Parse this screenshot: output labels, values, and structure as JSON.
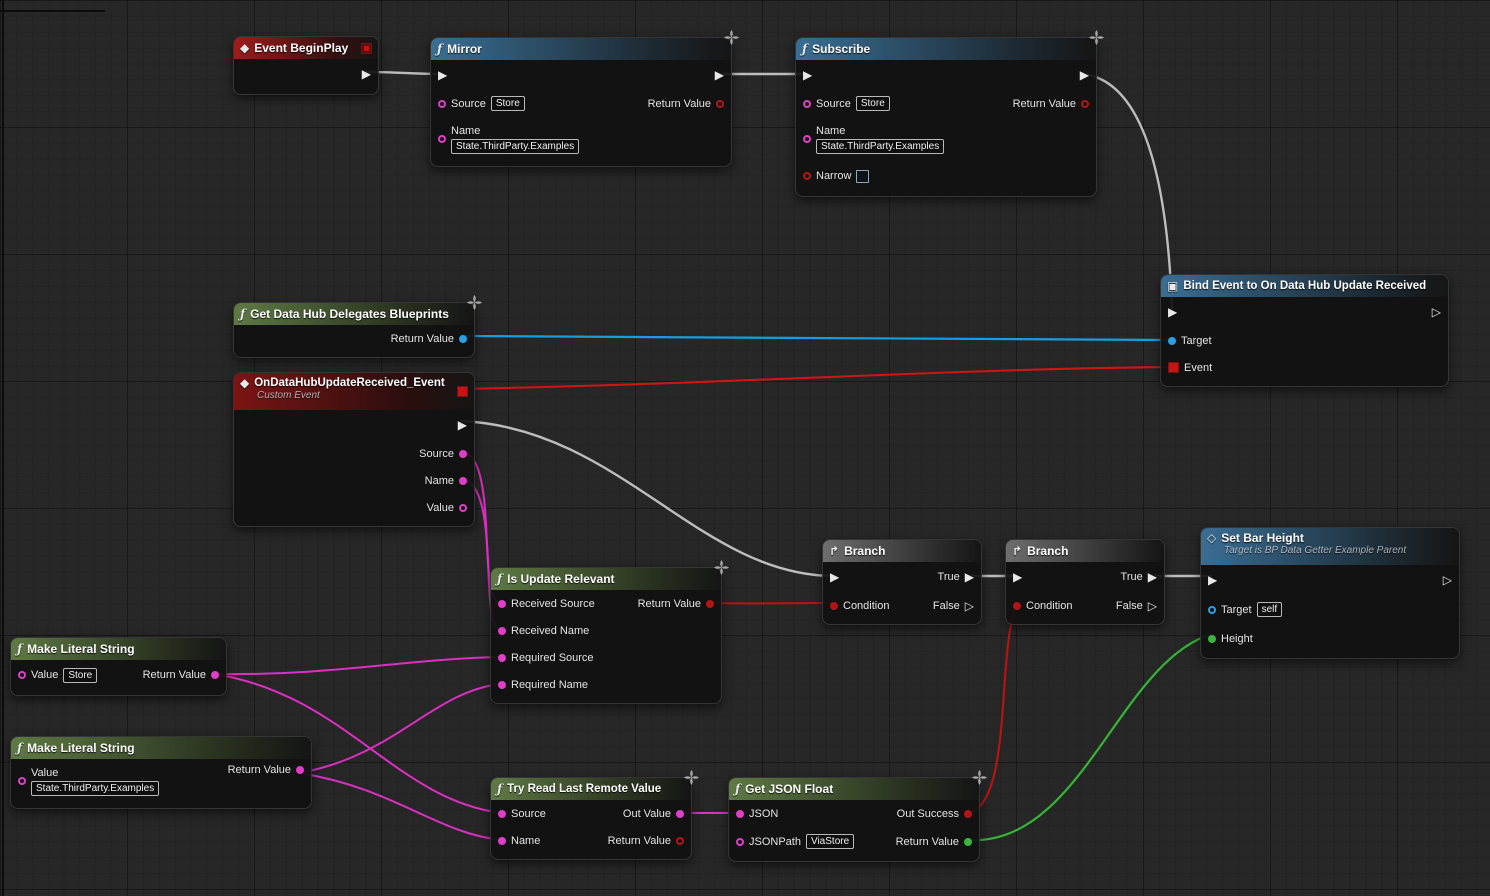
{
  "colors": {
    "exec_wire": "#bdbdbd",
    "string_pin": "#e03ec8",
    "bool_pin": "#b41414",
    "object_pin": "#29a0e6",
    "float_pin": "#3cb53c",
    "delegate_pin": "#c41414",
    "event_header": "#9e1c1c",
    "function_header_blue": "#3a6e94",
    "function_header_green": "#5e7a44",
    "custom_event_header": "#7c1414",
    "branch_header": "#6e6e6e"
  },
  "icons": {
    "function": "ƒ",
    "event": "◆",
    "target_event": "◇",
    "branch": "↱",
    "bind": "▣",
    "exec_solid": "▶",
    "exec_hollow": "▷"
  },
  "nodes": {
    "event_begin_play": {
      "title": "Event BeginPlay"
    },
    "mirror": {
      "title": "Mirror",
      "source_label": "Source",
      "source_value": "Store",
      "name_label": "Name",
      "name_value": "State.ThirdParty.Examples",
      "return_label": "Return Value"
    },
    "subscribe": {
      "title": "Subscribe",
      "source_label": "Source",
      "source_value": "Store",
      "name_label": "Name",
      "name_value": "State.ThirdParty.Examples",
      "narrow_label": "Narrow",
      "return_label": "Return Value"
    },
    "bind_event": {
      "title": "Bind Event to On Data Hub Update Received",
      "target_label": "Target",
      "event_label": "Event"
    },
    "get_delegates": {
      "title": "Get Data Hub Delegates Blueprints",
      "return_label": "Return Value"
    },
    "custom_event": {
      "title": "OnDataHubUpdateReceived_Event",
      "subtitle": "Custom Event",
      "source_label": "Source",
      "name_label": "Name",
      "value_label": "Value"
    },
    "is_update_relevant": {
      "title": "Is Update Relevant",
      "received_source_label": "Received Source",
      "received_name_label": "Received Name",
      "required_source_label": "Required Source",
      "required_name_label": "Required Name",
      "return_label": "Return Value"
    },
    "branch1": {
      "title": "Branch",
      "condition_label": "Condition",
      "true_label": "True",
      "false_label": "False"
    },
    "branch2": {
      "title": "Branch",
      "condition_label": "Condition",
      "true_label": "True",
      "false_label": "False"
    },
    "set_bar_height": {
      "title": "Set Bar Height",
      "subtitle": "Target is BP Data Getter Example Parent",
      "target_label": "Target",
      "target_value": "self",
      "height_label": "Height"
    },
    "make_literal_string_store": {
      "title": "Make Literal String",
      "value_label": "Value",
      "value": "Store",
      "return_label": "Return Value"
    },
    "make_literal_string_path": {
      "title": "Make Literal String",
      "value_label": "Value",
      "value": "State.ThirdParty.Examples",
      "return_label": "Return Value"
    },
    "try_read": {
      "title": "Try Read Last Remote Value",
      "source_label": "Source",
      "name_label": "Name",
      "out_value_label": "Out Value",
      "return_label": "Return Value"
    },
    "get_json_float": {
      "title": "Get JSON Float",
      "json_label": "JSON",
      "jsonpath_label": "JSONPath",
      "jsonpath_value": "ViaStore",
      "out_success_label": "Out Success",
      "return_label": "Return Value"
    }
  }
}
